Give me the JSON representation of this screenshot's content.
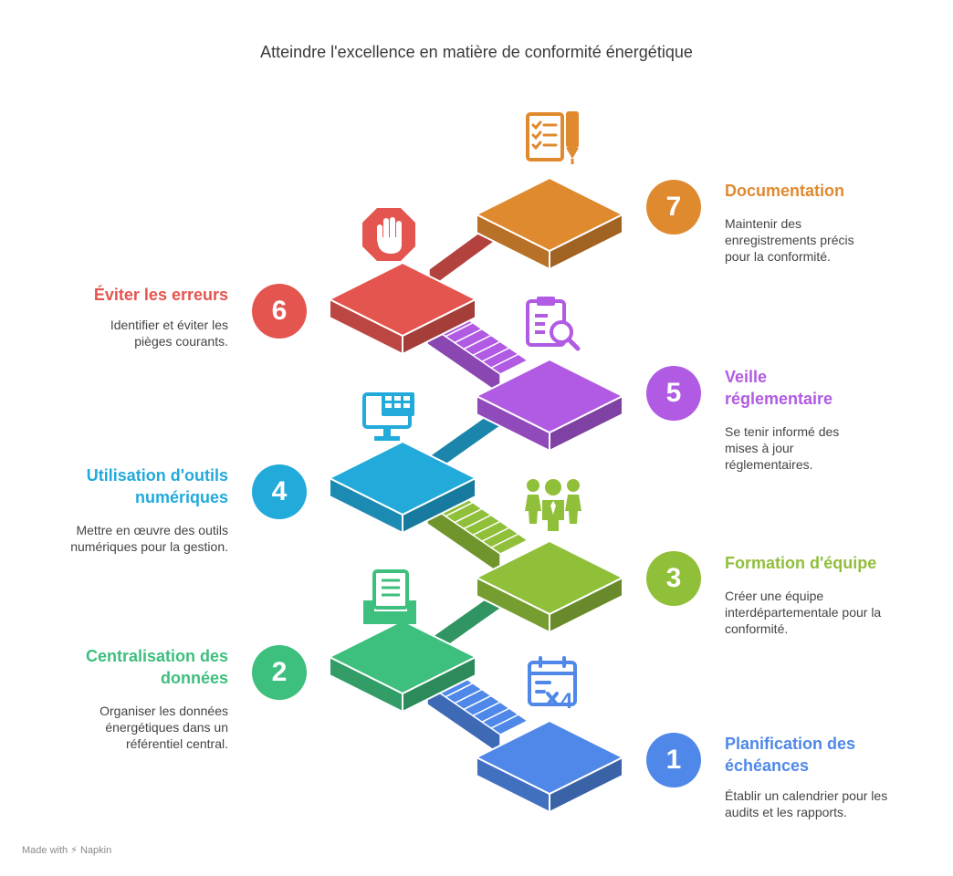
{
  "title": "Atteindre l'excellence en matière de conformité énergétique",
  "colors": {
    "step1": "#4F88E8",
    "step2": "#3DBF7E",
    "step3": "#90BF3A",
    "step4": "#22AADB",
    "step5": "#B15AE3",
    "step6": "#E5554F",
    "step7": "#E08A2F"
  },
  "steps": [
    {
      "number": "1",
      "title": "Planification des échéances",
      "description": "Établir un calendrier pour les audits et les rapports.",
      "icon": "calendar-icon"
    },
    {
      "number": "2",
      "title": "Centralisation des données",
      "description": "Organiser les données énergétiques dans un référentiel central.",
      "icon": "file-tray-icon"
    },
    {
      "number": "3",
      "title": "Formation d'équipe",
      "description": "Créer une équipe interdépartementale pour la conformité.",
      "icon": "team-icon"
    },
    {
      "number": "4",
      "title": "Utilisation d'outils numériques",
      "description": "Mettre en œuvre des outils numériques pour la gestion.",
      "icon": "computer-monitor-icon"
    },
    {
      "number": "5",
      "title": "Veille réglementaire",
      "description": "Se tenir informé des mises à jour réglementaires.",
      "icon": "clipboard-search-icon"
    },
    {
      "number": "6",
      "title": "Éviter les erreurs",
      "description": "Identifier et éviter les pièges courants.",
      "icon": "stop-hand-icon"
    },
    {
      "number": "7",
      "title": "Documentation",
      "description": "Maintenir des enregistrements précis pour la conformité.",
      "icon": "checklist-pen-icon"
    }
  ],
  "footer": "Made with ⚡ Napkin"
}
